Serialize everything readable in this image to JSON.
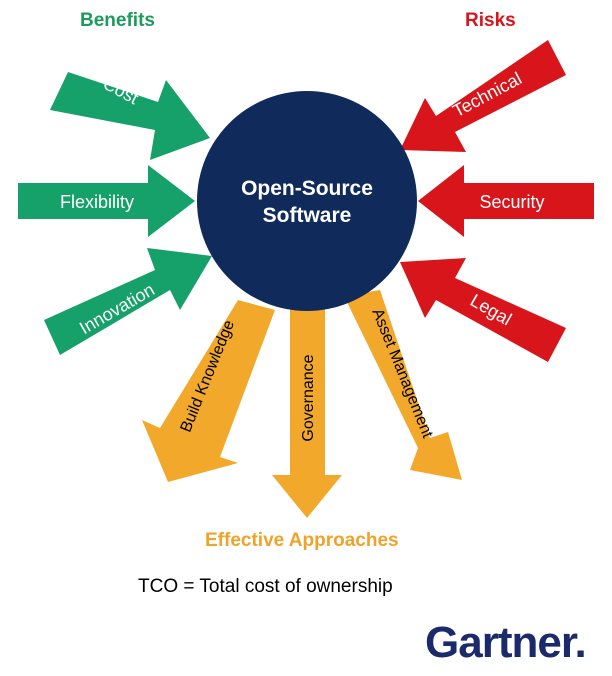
{
  "headings": {
    "benefits": "Benefits",
    "risks": "Risks",
    "approaches": "Effective Approaches"
  },
  "center": {
    "line1": "Open-Source",
    "line2": "Software"
  },
  "benefits": [
    {
      "label": "Cost"
    },
    {
      "label": "Flexibility"
    },
    {
      "label": "Innovation"
    }
  ],
  "risks": [
    {
      "label": "Technical"
    },
    {
      "label": "Security"
    },
    {
      "label": "Legal"
    }
  ],
  "approaches": [
    {
      "label": "Build Knowledge"
    },
    {
      "label": "Governance"
    },
    {
      "label": "Asset Management"
    }
  ],
  "footnote": "TCO = Total cost of ownership",
  "logo": "Gartner.",
  "colors": {
    "benefit": "#16a06a",
    "risk": "#d7151b",
    "approach": "#f2a92b",
    "center": "#0f2a5b",
    "benefit_heading": "#1f9a5e",
    "risk_heading": "#d7151b",
    "approach_heading": "#f0a32a",
    "logo": "#1b2a6b"
  }
}
